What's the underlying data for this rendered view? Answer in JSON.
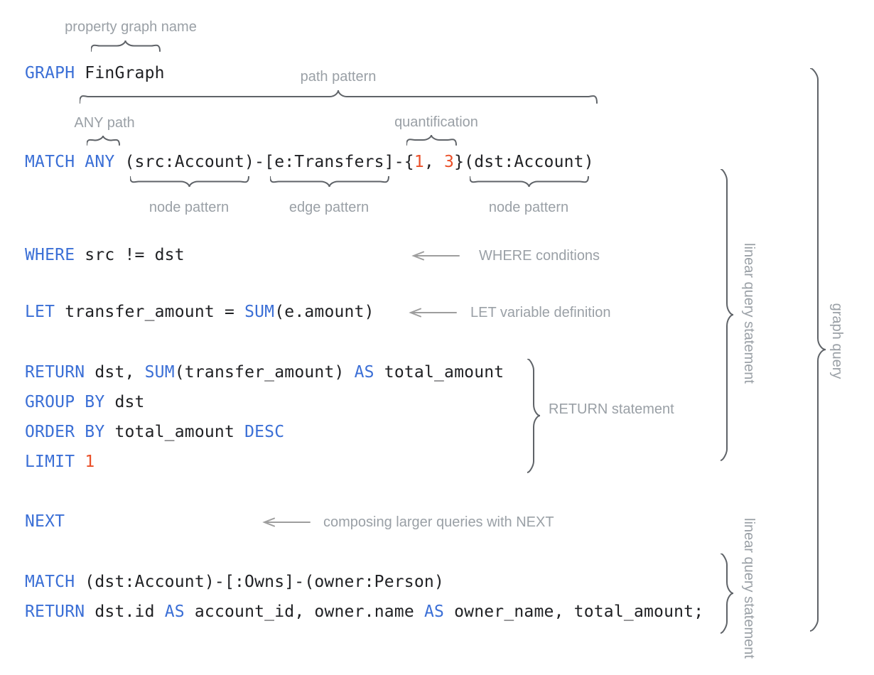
{
  "colors": {
    "keyword": "#3b6fd6",
    "number": "#ea4f28",
    "code": "#202124",
    "label": "#9aa0a6",
    "brace": "#5f6368",
    "arrow": "#9e9e9e"
  },
  "annotations": {
    "property_graph_name": "property graph name",
    "path_pattern": "path pattern",
    "any_path": "ANY path",
    "quantification": "quantification",
    "node_pattern_left": "node pattern",
    "edge_pattern": "edge pattern",
    "node_pattern_right": "node pattern",
    "where_conditions": "WHERE conditions",
    "let_variable_definition": "LET variable definition",
    "return_statement": "RETURN statement",
    "next_composition": "composing larger queries with NEXT",
    "linear_query_statement_top": "linear query statement",
    "linear_query_statement_bottom": "linear query statement",
    "graph_query": "graph query"
  },
  "code": {
    "lines": [
      {
        "name": "graph-clause",
        "tokens": [
          {
            "type": "keyword",
            "text": "GRAPH"
          },
          {
            "type": "plain",
            "text": " FinGraph"
          }
        ]
      },
      {
        "name": "match-any-clause",
        "tokens": [
          {
            "type": "keyword",
            "text": "MATCH ANY"
          },
          {
            "type": "plain",
            "text": " (src:Account)-[e:Transfers]-{"
          },
          {
            "type": "number",
            "text": "1"
          },
          {
            "type": "plain",
            "text": ", "
          },
          {
            "type": "number",
            "text": "3"
          },
          {
            "type": "plain",
            "text": "}(dst:Account)"
          }
        ]
      },
      {
        "name": "where-clause",
        "tokens": [
          {
            "type": "keyword",
            "text": "WHERE"
          },
          {
            "type": "plain",
            "text": " src != dst"
          }
        ]
      },
      {
        "name": "let-clause",
        "tokens": [
          {
            "type": "keyword",
            "text": "LET"
          },
          {
            "type": "plain",
            "text": " transfer_amount = "
          },
          {
            "type": "keyword",
            "text": "SUM"
          },
          {
            "type": "plain",
            "text": "(e.amount)"
          }
        ]
      },
      {
        "name": "return-clause",
        "tokens": [
          {
            "type": "keyword",
            "text": "RETURN"
          },
          {
            "type": "plain",
            "text": " dst, "
          },
          {
            "type": "keyword",
            "text": "SUM"
          },
          {
            "type": "plain",
            "text": "(transfer_amount) "
          },
          {
            "type": "keyword",
            "text": "AS"
          },
          {
            "type": "plain",
            "text": " total_amount"
          }
        ]
      },
      {
        "name": "group-by-clause",
        "tokens": [
          {
            "type": "keyword",
            "text": "GROUP BY"
          },
          {
            "type": "plain",
            "text": " dst"
          }
        ]
      },
      {
        "name": "order-by-clause",
        "tokens": [
          {
            "type": "keyword",
            "text": "ORDER BY"
          },
          {
            "type": "plain",
            "text": " total_amount "
          },
          {
            "type": "keyword",
            "text": "DESC"
          }
        ]
      },
      {
        "name": "limit-clause",
        "tokens": [
          {
            "type": "keyword",
            "text": "LIMIT"
          },
          {
            "type": "plain",
            "text": " "
          },
          {
            "type": "number",
            "text": "1"
          }
        ]
      },
      {
        "name": "next-clause",
        "tokens": [
          {
            "type": "keyword",
            "text": "NEXT"
          }
        ]
      },
      {
        "name": "match-owns-clause",
        "tokens": [
          {
            "type": "keyword",
            "text": "MATCH"
          },
          {
            "type": "plain",
            "text": " (dst:Account)-[:Owns]-(owner:Person)"
          }
        ]
      },
      {
        "name": "final-return-clause",
        "tokens": [
          {
            "type": "keyword",
            "text": "RETURN"
          },
          {
            "type": "plain",
            "text": " dst.id "
          },
          {
            "type": "keyword",
            "text": "AS"
          },
          {
            "type": "plain",
            "text": " account_id, owner.name "
          },
          {
            "type": "keyword",
            "text": "AS"
          },
          {
            "type": "plain",
            "text": " owner_name, total_amount;"
          }
        ]
      }
    ]
  }
}
